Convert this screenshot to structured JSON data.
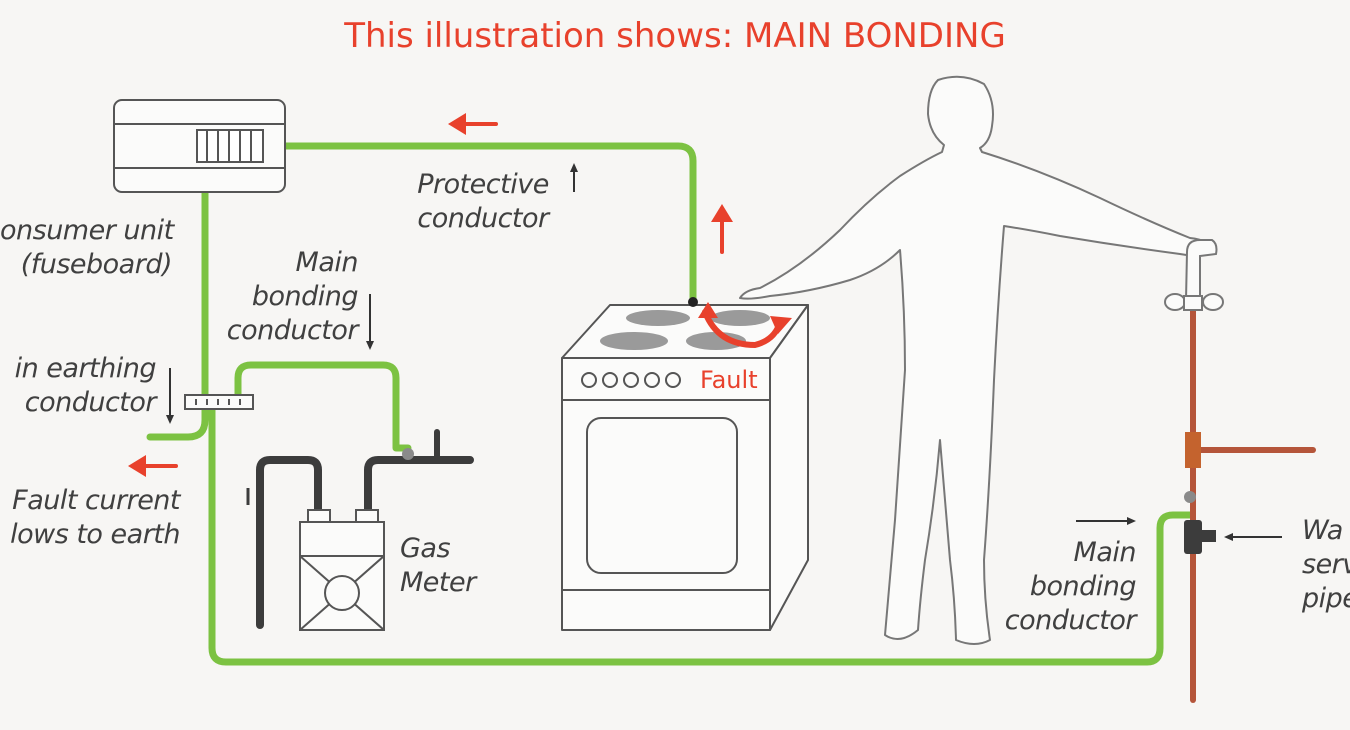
{
  "title": {
    "prefix": "This illustration shows:",
    "subject": "MAIN BONDING"
  },
  "labels": {
    "consumer_unit": [
      "onsumer unit",
      "(fuseboard)"
    ],
    "main_earthing_conductor": [
      "in earthing",
      "conductor"
    ],
    "fault_current": [
      "Fault current",
      "lows to earth"
    ],
    "main_bonding_conductor_left": [
      "Main",
      "bonding",
      "conductor"
    ],
    "protective_conductor": [
      "Protective",
      "conductor"
    ],
    "gas_meter": [
      "Gas",
      "Meter"
    ],
    "fault": "Fault",
    "main_bonding_conductor_right": [
      "Main",
      "bonding",
      "conductor"
    ],
    "water_service_pipe": [
      "Wa",
      "serv",
      "pipe"
    ]
  },
  "colors": {
    "title": "#e8412c",
    "conductor": "#7cc242",
    "arrow": "#e8412c",
    "outline": "#555555",
    "pipe": "#b5553a"
  }
}
